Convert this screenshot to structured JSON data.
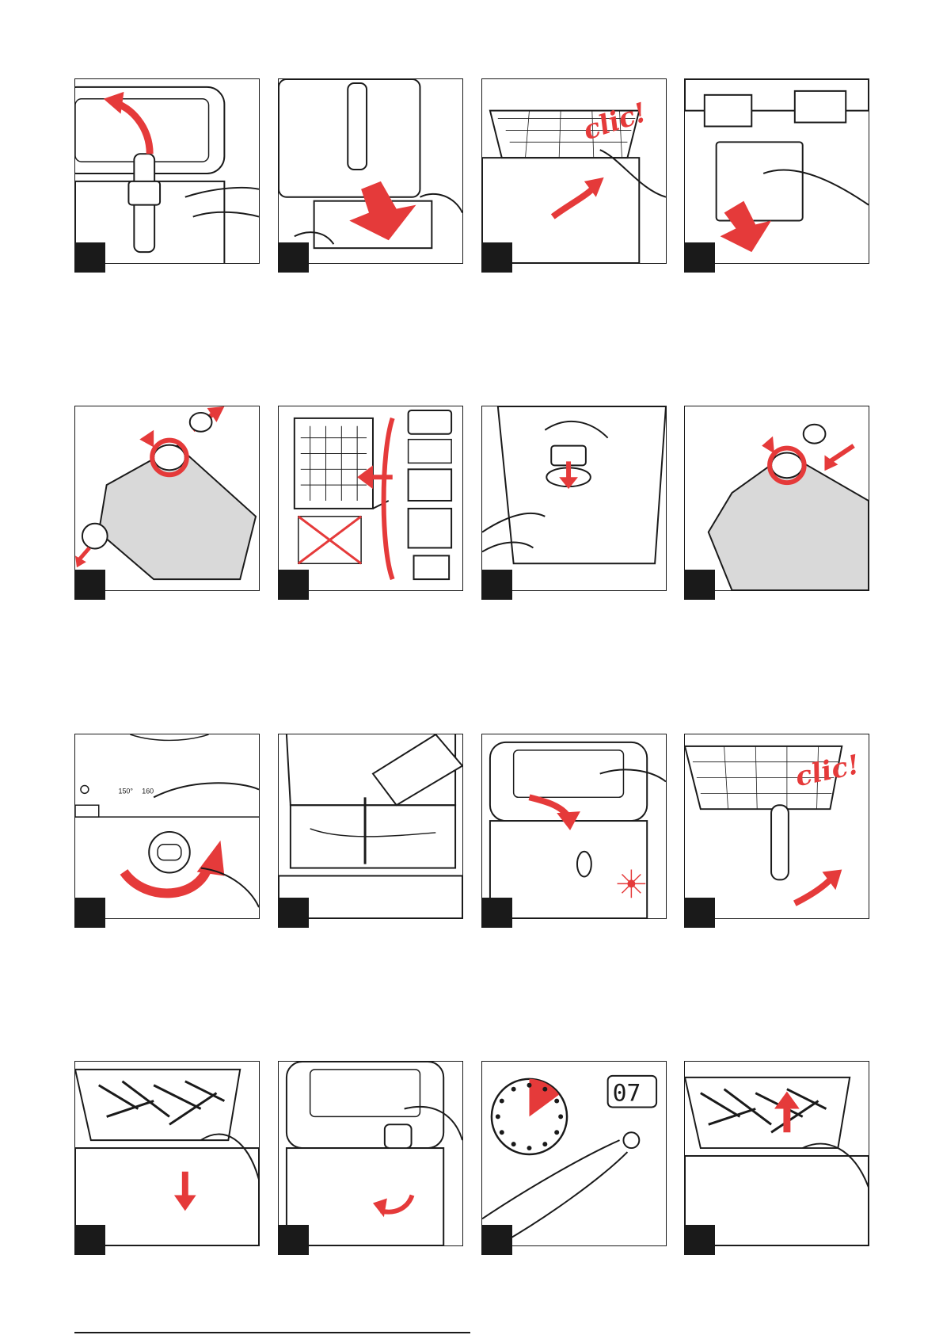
{
  "colors": {
    "accent": "#e53a3a",
    "ink": "#1a1a1a",
    "panel_fill": "#d9d9d9"
  },
  "panels": [
    {
      "icon": "lid-open-icon"
    },
    {
      "icon": "oil-tray-remove-icon"
    },
    {
      "icon": "basket-handle-clic-icon",
      "caption": "clic!"
    },
    {
      "icon": "filter-cartridge-remove-icon"
    },
    {
      "icon": "lid-filter-unscrew-icon"
    },
    {
      "icon": "dishwasher-parts-icon"
    },
    {
      "icon": "filter-insert-icon"
    },
    {
      "icon": "lid-filter-screw-icon"
    },
    {
      "icon": "thermostat-dial-icon",
      "dial_labels": [
        "150°",
        "160"
      ]
    },
    {
      "icon": "oil-pour-icon"
    },
    {
      "icon": "lid-close-light-icon"
    },
    {
      "icon": "basket-handle-clic-icon",
      "caption": "clic!"
    },
    {
      "icon": "basket-lower-icon"
    },
    {
      "icon": "lid-button-press-icon"
    },
    {
      "icon": "timer-press-icon",
      "display": "07"
    },
    {
      "icon": "basket-raise-icon"
    }
  ]
}
